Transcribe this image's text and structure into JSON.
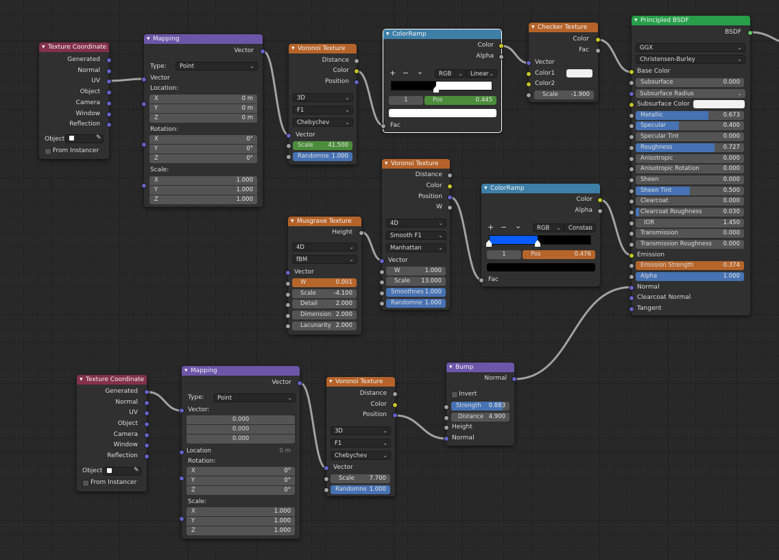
{
  "nodes": {
    "tc1": {
      "title": "Texture Coordinate",
      "outputs": [
        "Generated",
        "Normal",
        "UV",
        "Object",
        "Camera",
        "Window",
        "Reflection"
      ],
      "object_label": "Object:",
      "from_instancer": "From Instancer"
    },
    "map1": {
      "title": "Mapping",
      "out_vector": "Vector",
      "type_label": "Type:",
      "type_value": "Point",
      "in_vector": "Vector",
      "location_label": "Location:",
      "loc": [
        {
          "axis": "X",
          "value": "0 m"
        },
        {
          "axis": "Y",
          "value": "0 m"
        },
        {
          "axis": "Z",
          "value": "0 m"
        }
      ],
      "rotation_label": "Rotation:",
      "rot": [
        {
          "axis": "X",
          "value": "0°"
        },
        {
          "axis": "Y",
          "value": "0°"
        },
        {
          "axis": "Z",
          "value": "0°"
        }
      ],
      "scale_label": "Scale:",
      "scl": [
        {
          "axis": "X",
          "value": "1.000"
        },
        {
          "axis": "Y",
          "value": "1.000"
        },
        {
          "axis": "Z",
          "value": "1.000"
        }
      ]
    },
    "vor1": {
      "title": "Voronoi Texture",
      "outputs": [
        "Distance",
        "Color",
        "Position"
      ],
      "dims": "3D",
      "feature": "F1",
      "metric": "Chebychev",
      "in_vector": "Vector",
      "scale_label": "Scale",
      "scale_value": "41.500",
      "rand_label": "Randomne",
      "rand_value": "1.000"
    },
    "ramp1": {
      "title": "ColorRamp",
      "out_color": "Color",
      "out_alpha": "Alpha",
      "plus": "+",
      "minus": "−",
      "chev": "⌄",
      "mode": "RGB",
      "interp": "Linear",
      "index": "1",
      "pos_label": "Pos",
      "pos_value": "0.445",
      "pos_fraction": 0.445,
      "in_fac": "Fac"
    },
    "checker": {
      "title": "Checker Texture",
      "out_color": "Color",
      "out_fac": "Fac",
      "in_vector": "Vector",
      "color1": "Color1",
      "color2": "Color2",
      "scale_label": "Scale",
      "scale_value": "-1.900"
    },
    "bsdf": {
      "title": "Principled BSDF",
      "out": "BSDF",
      "dist": "GGX",
      "sss_method": "Christensen-Burley",
      "base_color": "Base Color",
      "subsurface": "Subsurface",
      "subsurface_value": "0.000",
      "subsurface_radius": "Subsurface Radius",
      "subsurface_color": "Subsurface Color",
      "metallic": "Metallic",
      "metallic_value": "0.673",
      "specular": "Specular",
      "specular_value": "0.400",
      "specular_tint": "Specular Tint",
      "specular_tint_value": "0.000",
      "roughness": "Roughness",
      "roughness_value": "0.727",
      "anisotropic": "Anisotropic",
      "anisotropic_value": "0.000",
      "anisotropic_rotation": "Anisotropic Rotation",
      "anisotropic_rotation_value": "0.000",
      "sheen": "Sheen",
      "sheen_value": "0.000",
      "sheen_tint": "Sheen Tint",
      "sheen_tint_value": "0.500",
      "clearcoat": "Clearcoat",
      "clearcoat_value": "0.000",
      "clearcoat_roughness": "Clearcoat Roughness",
      "clearcoat_roughness_value": "0.030",
      "ior": "IOR",
      "ior_value": "1.450",
      "transmission": "Transmission",
      "transmission_value": "0.000",
      "transmission_roughness": "Transmission Roughness",
      "transmission_roughness_value": "0.000",
      "emission": "Emission",
      "emission_strength": "Emission Strength",
      "emission_strength_value": "0.374",
      "alpha": "Alpha",
      "alpha_value": "1.000",
      "normal": "Normal",
      "clearcoat_normal": "Clearcoat Normal",
      "tangent": "Tangent"
    },
    "vor2": {
      "title": "Voronoi Texture",
      "outputs": [
        "Distance",
        "Color",
        "Position",
        "W"
      ],
      "dims": "4D",
      "feature": "Smooth F1",
      "metric": "Manhattan",
      "in_vector": "Vector",
      "w_label": "W",
      "w_value": "1.000",
      "scale_label": "Scale",
      "scale_value": "13.000",
      "smooth_label": "Smoothnes",
      "smooth_value": "1.000",
      "rand_label": "Randomne",
      "rand_value": "1.000"
    },
    "ramp2": {
      "title": "ColorRamp",
      "out_color": "Color",
      "out_alpha": "Alpha",
      "plus": "+",
      "minus": "−",
      "chev": "⌄",
      "mode": "RGB",
      "interp": "Constan",
      "index": "1",
      "pos_label": "Pos",
      "pos_value": "0.476",
      "pos_fraction": 0.476,
      "in_fac": "Fac"
    },
    "mus": {
      "title": "Musgrave Texture",
      "out_height": "Height",
      "dims": "4D",
      "type": "fBM",
      "in_vector": "Vector",
      "w_label": "W",
      "w_value": "0.001",
      "scale_label": "Scale",
      "scale_value": "-4.100",
      "detail_label": "Detail",
      "detail_value": "2.000",
      "dimension_label": "Dimension",
      "dimension_value": "2.000",
      "lac_label": "Lacunarity",
      "lac_value": "2.000"
    },
    "tc2": {
      "title": "Texture Coordinate",
      "outputs": [
        "Generated",
        "Normal",
        "UV",
        "Object",
        "Camera",
        "Window",
        "Reflection"
      ],
      "object_label": "Object:",
      "from_instancer": "From Instancer"
    },
    "map2": {
      "title": "Mapping",
      "out_vector": "Vector",
      "type_label": "Type:",
      "type_value": "Point",
      "vector_label": "Vector:",
      "vec": [
        "0.000",
        "0.000",
        "0.000"
      ],
      "location_label": "Location",
      "location_value": "0 m",
      "rotation_label": "Rotation:",
      "rot": [
        {
          "axis": "X",
          "value": "0°"
        },
        {
          "axis": "Y",
          "value": "0°"
        },
        {
          "axis": "Z",
          "value": "0°"
        }
      ],
      "scale_label": "Scale:",
      "scl": [
        {
          "axis": "X",
          "value": "1.000"
        },
        {
          "axis": "Y",
          "value": "1.000"
        },
        {
          "axis": "Z",
          "value": "1.000"
        }
      ]
    },
    "vor3": {
      "title": "Voronoi Texture",
      "outputs": [
        "Distance",
        "Color",
        "Position"
      ],
      "dims": "3D",
      "feature": "F1",
      "metric": "Chebychev",
      "in_vector": "Vector",
      "scale_label": "Scale",
      "scale_value": "7.700",
      "rand_label": "Randomne",
      "rand_value": "1.000"
    },
    "bump": {
      "title": "Bump",
      "out_normal": "Normal",
      "invert": "Invert",
      "strength_label": "Strength",
      "strength_value": "0.883",
      "distance_label": "Distance",
      "distance_value": "4.900",
      "height": "Height",
      "normal": "Normal"
    }
  },
  "colors": {
    "input_header": "#83314a",
    "vector_header": "#6c56a8",
    "texture_header": "#b5632a",
    "converter_header": "#3e7fa8",
    "shader_header": "#28a04a",
    "accent_blue": "#4772b3",
    "ramp2_blue": "#0a5cff"
  }
}
